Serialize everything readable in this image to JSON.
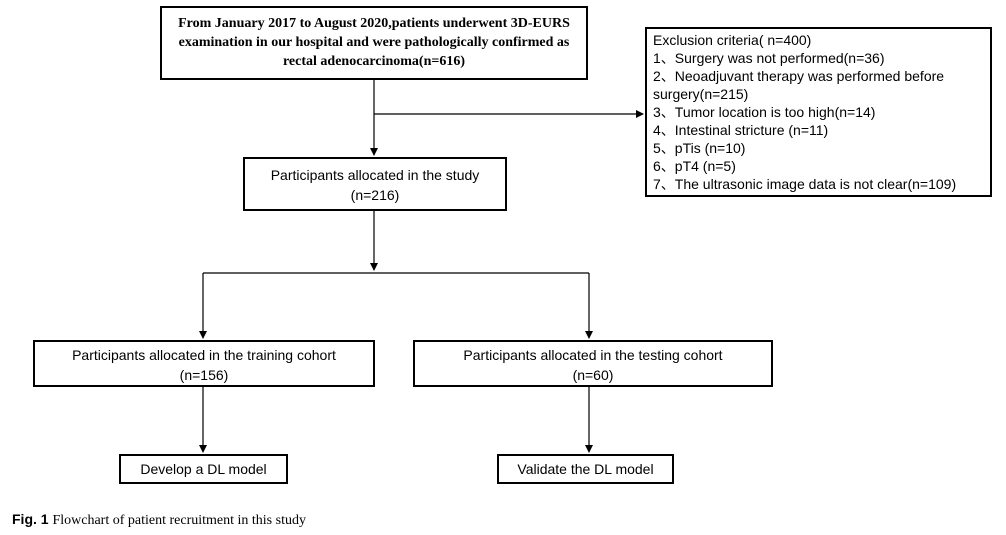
{
  "nodes": {
    "source": {
      "lines": [
        "From January 2017 to August 2020,patients underwent 3D-EURS",
        "examination in our hospital and were pathologically confirmed as",
        "rectal adenocarcinoma(n=616)"
      ]
    },
    "exclusion": {
      "lines": [
        "Exclusion criteria( n=400)",
        "1、Surgery was not performed(n=36)",
        "2、Neoadjuvant therapy was performed before",
        "surgery(n=215)",
        "3、Tumor location is too high(n=14)",
        "4、Intestinal stricture (n=11)",
        "5、pTis (n=10)",
        "6、pT4 (n=5)",
        "7、The ultrasonic image data is not clear(n=109)"
      ]
    },
    "study": {
      "lines": [
        "Participants allocated in the study",
        "(n=216)"
      ]
    },
    "training": {
      "lines": [
        "Participants allocated in the training cohort",
        "(n=156)"
      ]
    },
    "testing": {
      "lines": [
        "Participants allocated in the testing cohort",
        "(n=60)"
      ]
    },
    "develop": {
      "label": "Develop a DL model"
    },
    "validate": {
      "label": "Validate the DL model"
    }
  },
  "edges": [
    {
      "from": "source",
      "to": "study"
    },
    {
      "from": "source",
      "to": "exclusion"
    },
    {
      "from": "study",
      "to": "training"
    },
    {
      "from": "study",
      "to": "testing"
    },
    {
      "from": "training",
      "to": "develop"
    },
    {
      "from": "testing",
      "to": "validate"
    }
  ],
  "caption": {
    "fig_label": "Fig. 1",
    "text": "Flowchart of patient recruitment in this study"
  }
}
